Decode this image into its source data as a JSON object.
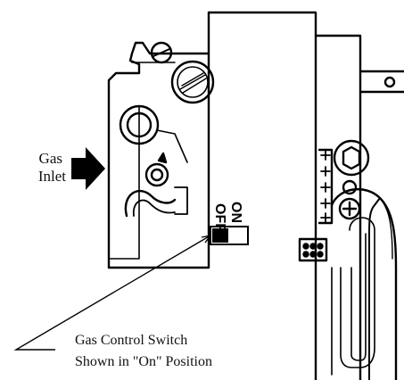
{
  "labels": {
    "inlet_line1": "Gas",
    "inlet_line2": "Inlet",
    "callout_line1": "Gas Control Switch",
    "callout_line2": "Shown in \"On\" Position"
  },
  "switch": {
    "off_label": "OFF",
    "on_label": "ON",
    "state": "ON"
  },
  "colors": {
    "ink": "#000000",
    "paper": "#ffffff"
  }
}
